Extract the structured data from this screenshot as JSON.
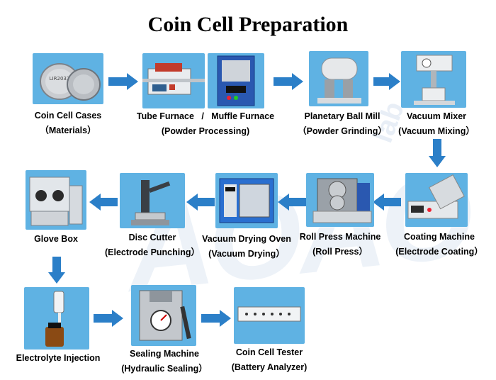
{
  "title": "Coin Cell Preparation",
  "accent_color": "#2b7fc8",
  "photo_background": "#5fb2e3",
  "steps": [
    {
      "name": "Coin Cell Cases",
      "sub": "（Materials）",
      "icon": "coin-cell-icon"
    },
    {
      "name": "Tube Furnace",
      "separator": "/",
      "name2": "Muffle Furnace",
      "sub": "(Powder Processing)",
      "icon": "furnace-icon"
    },
    {
      "name": "Planetary Ball Mill",
      "sub": "（Powder Grinding）",
      "icon": "ball-mill-icon"
    },
    {
      "name": "Vacuum Mixer",
      "sub": "(Vacuum Mixing）",
      "icon": "vacuum-mixer-icon"
    },
    {
      "name": "Coating Machine",
      "sub": "(Electrode Coating）",
      "icon": "coater-icon"
    },
    {
      "name": "Roll Press Machine",
      "sub": "(Roll Press）",
      "icon": "roll-press-icon"
    },
    {
      "name": "Vacuum Drying Oven",
      "sub": "(Vacuum Drying）",
      "icon": "oven-icon"
    },
    {
      "name": "Disc Cutter",
      "sub": "(Electrode Punching）",
      "icon": "disc-cutter-icon"
    },
    {
      "name": "Glove Box",
      "sub": "",
      "icon": "glove-box-icon"
    },
    {
      "name": "Electrolyte Injection",
      "sub": "",
      "icon": "pipette-icon"
    },
    {
      "name": "Sealing Machine",
      "sub": "(Hydraulic Sealing）",
      "icon": "sealing-machine-icon"
    },
    {
      "name": "Coin Cell Tester",
      "sub": "(Battery Analyzer)",
      "icon": "battery-tester-icon"
    }
  ],
  "watermark": {
    "text": "AOAO",
    "suffix": "lab"
  }
}
